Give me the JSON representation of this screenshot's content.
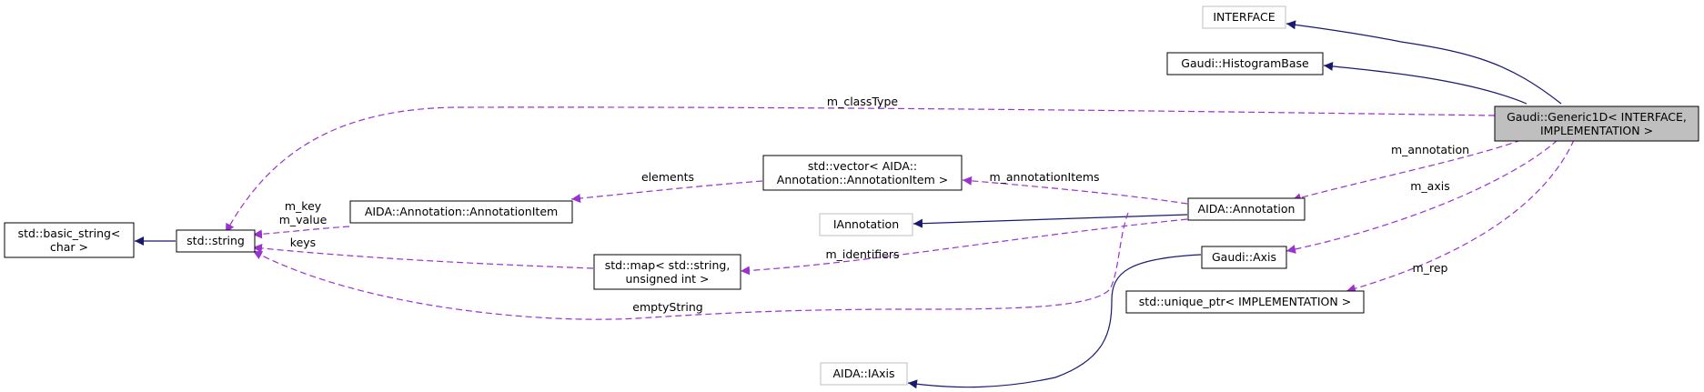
{
  "diagram": {
    "nodes": {
      "interface": {
        "label": "INTERFACE"
      },
      "histogram_base": {
        "label": "Gaudi::HistogramBase"
      },
      "generic1d": {
        "line1": "Gaudi::Generic1D< INTERFACE,",
        "line2": "IMPLEMENTATION >"
      },
      "basic_string": {
        "line1": "std::basic_string<",
        "line2": "char >"
      },
      "std_string": {
        "label": "std::string"
      },
      "annotation_item": {
        "label": "AIDA::Annotation::AnnotationItem"
      },
      "vector": {
        "line1": "std::vector< AIDA::",
        "line2": "Annotation::AnnotationItem >"
      },
      "iannotation": {
        "label": "IAnnotation"
      },
      "annotation": {
        "label": "AIDA::Annotation"
      },
      "map": {
        "line1": "std::map< std::string,",
        "line2": "unsigned int >"
      },
      "axis": {
        "label": "Gaudi::Axis"
      },
      "unique_ptr": {
        "label": "std::unique_ptr< IMPLEMENTATION >"
      },
      "iaxis": {
        "label": "AIDA::IAxis"
      }
    },
    "edge_labels": {
      "m_classType": "m_classType",
      "m_annotation": "m_annotation",
      "m_axis": "m_axis",
      "m_rep": "m_rep",
      "elements": "elements",
      "m_annotationItems": "m_annotationItems",
      "m_key": "m_key",
      "m_value": "m_value",
      "keys": "keys",
      "m_identifiers": "m_identifiers",
      "emptyString": "emptyString"
    },
    "colors": {
      "inheritance": "#191970",
      "usage": "#9a32cd",
      "highlight_fill": "#bfbfbf",
      "grey_border": "#bfbfbf",
      "border": "#000000"
    }
  }
}
